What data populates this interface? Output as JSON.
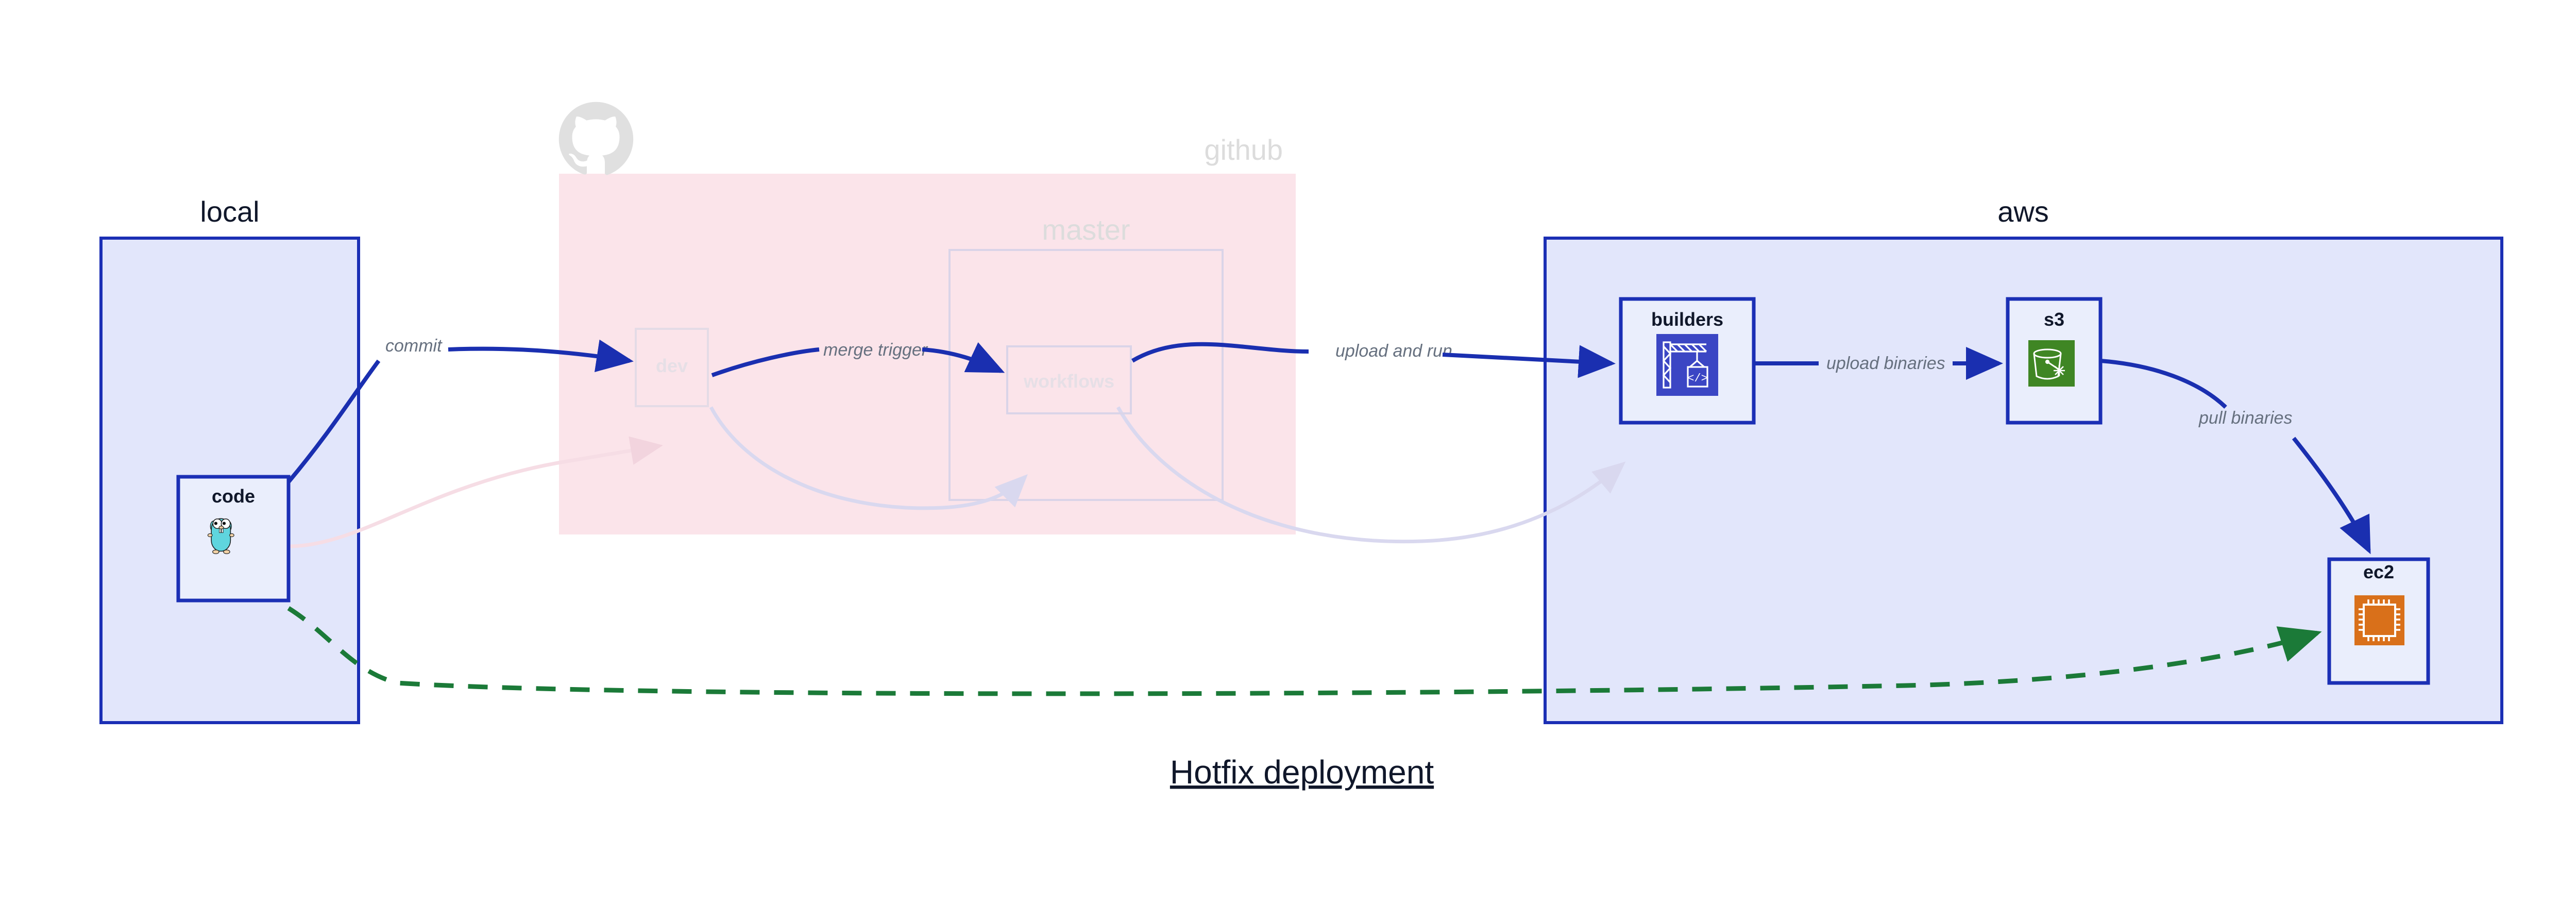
{
  "title": "Hotfix deployment",
  "colors": {
    "background": "#ffffff",
    "region_blue_fill": "#e2e6fb",
    "region_blue_stroke": "#1b2fb5",
    "region_pink_fill": "#fbe4ea",
    "node_fill": "#eaeefc",
    "node_stroke": "#1b2fb5",
    "edge_blue": "#1a2fb0",
    "edge_green": "#1b7a38",
    "edge_faded": "#d9d8ef",
    "label_gray": "#66707f",
    "text_dark": "#10172a",
    "faded_text": "#dcdcdc",
    "github_logo": "#e0e0e0",
    "icon_builders_bg": "#3b46c4",
    "icon_s3_bg": "#3f8624",
    "icon_ec2_bg": "#d9701a",
    "gopher_body": "#5fd5de"
  },
  "regions": [
    {
      "id": "local",
      "label": "local",
      "faded": false
    },
    {
      "id": "github",
      "label": "github",
      "faded": true
    },
    {
      "id": "master",
      "label": "master",
      "faded": true
    },
    {
      "id": "aws",
      "label": "aws",
      "faded": false
    }
  ],
  "nodes": [
    {
      "id": "code",
      "label": "code",
      "icon": "go-gopher-icon",
      "faded": false
    },
    {
      "id": "dev",
      "label": "dev",
      "icon": "none",
      "faded": true
    },
    {
      "id": "workflows",
      "label": "workflows",
      "icon": "none",
      "faded": true
    },
    {
      "id": "builders",
      "label": "builders",
      "icon": "codebuild-icon",
      "faded": false
    },
    {
      "id": "s3",
      "label": "s3",
      "icon": "s3-bucket-icon",
      "faded": false
    },
    {
      "id": "ec2",
      "label": "ec2",
      "icon": "cpu-chip-icon",
      "faded": false
    }
  ],
  "edges": [
    {
      "id": "code-dev",
      "from": "code",
      "to": "dev",
      "label": "commit",
      "style": "solid",
      "color": "#1a2fb0",
      "faded": false
    },
    {
      "id": "dev-workflows",
      "from": "dev",
      "to": "workflows",
      "label": "merge trigger",
      "style": "solid",
      "color": "#1a2fb0",
      "faded": false
    },
    {
      "id": "workflows-builders",
      "from": "workflows",
      "to": "builders",
      "label": "upload and run",
      "style": "solid",
      "color": "#1a2fb0",
      "faded": false
    },
    {
      "id": "builders-s3",
      "from": "builders",
      "to": "s3",
      "label": "upload binaries",
      "style": "solid",
      "color": "#1a2fb0",
      "faded": false
    },
    {
      "id": "s3-ec2",
      "from": "s3",
      "to": "ec2",
      "label": "pull binaries",
      "style": "solid",
      "color": "#1a2fb0",
      "faded": false
    },
    {
      "id": "code-ec2-hotfix",
      "from": "code",
      "to": "ec2",
      "label": "",
      "style": "dashed",
      "color": "#1b7a38",
      "faded": false
    },
    {
      "id": "code-dev-faded",
      "from": "code",
      "to": "dev",
      "label": "",
      "style": "solid",
      "color": "#f6dde5",
      "faded": true
    },
    {
      "id": "dev-workflows-faded",
      "from": "dev",
      "to": "workflows",
      "label": "",
      "style": "solid",
      "color": "#d9d8ef",
      "faded": true
    },
    {
      "id": "workflows-builders-fd",
      "from": "workflows",
      "to": "builders",
      "label": "",
      "style": "solid",
      "color": "#d9d8ef",
      "faded": true
    }
  ],
  "icons": {
    "github_logo": "github-octocat-icon"
  }
}
